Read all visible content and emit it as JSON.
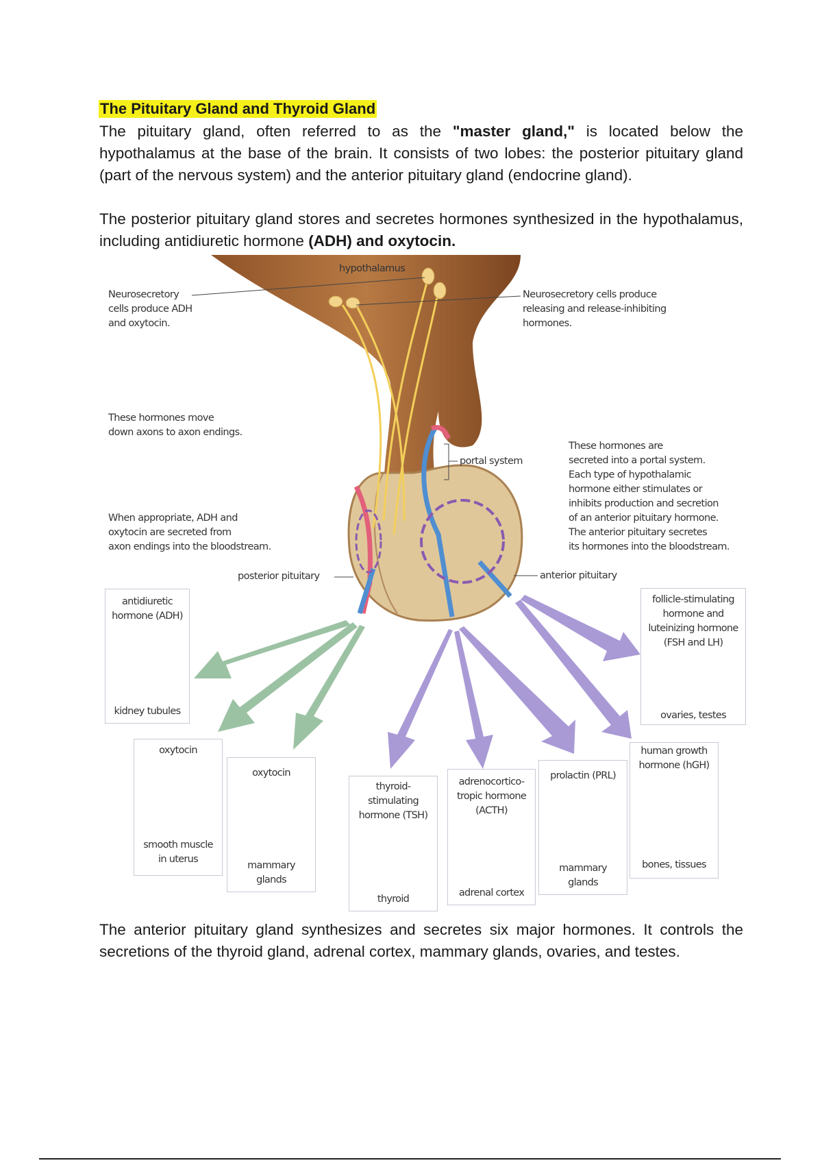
{
  "title": "The Pituitary Gland and Thyroid Gland",
  "para1": {
    "before": "The pituitary gland, often referred to as the ",
    "bold": "\"master gland,\"",
    "after": " is located below the hypothalamus at the base of the brain. It consists of two lobes: the posterior pituitary gland (part of the nervous system) and the anterior pituitary gland (endocrine gland)."
  },
  "para2": {
    "before": "The posterior pituitary gland stores and secretes hormones synthesized in the hypothalamus, including antidiuretic hormone ",
    "bold": "(ADH) and oxytocin."
  },
  "diagram": {
    "hypothalamus": "hypothalamus",
    "left_top": [
      "Neurosecretory",
      "cells produce ADH",
      "and oxytocin."
    ],
    "right_top": [
      "Neurosecretory cells produce",
      "releasing and release-inhibiting",
      "hormones."
    ],
    "left_mid": [
      "These hormones move",
      "down axons to axon endings."
    ],
    "left_low": [
      "When appropriate, ADH and",
      "oxytocin are secreted from",
      "axon endings into the bloodstream."
    ],
    "portal_system": "portal system",
    "right_mid": [
      "These hormones are",
      "secreted into a portal system.",
      "Each type of hypothalamic",
      "hormone either stimulates or",
      "inhibits production and secretion",
      "of an anterior pituitary hormone.",
      "The anterior pituitary secretes",
      "its hormones into the bloodstream."
    ],
    "posterior": "posterior pituitary",
    "anterior": "anterior pituitary",
    "boxes": {
      "adh": {
        "title": [
          "antidiuretic",
          "hormone (ADH)"
        ],
        "target": [
          "kidney tubules"
        ]
      },
      "oxy1": {
        "title": [
          "oxytocin"
        ],
        "target": [
          "smooth muscle",
          "in uterus"
        ]
      },
      "oxy2": {
        "title": [
          "oxytocin"
        ],
        "target": [
          "mammary",
          "glands"
        ]
      },
      "tsh": {
        "title": [
          "thyroid-",
          "stimulating",
          "hormone (TSH)"
        ],
        "target": [
          "thyroid"
        ]
      },
      "acth": {
        "title": [
          "adrenocortico-",
          "tropic hormone",
          "(ACTH)"
        ],
        "target": [
          "adrenal cortex"
        ]
      },
      "prl": {
        "title": [
          "prolactin (PRL)"
        ],
        "target": [
          "mammary",
          "glands"
        ]
      },
      "hgh": {
        "title": [
          "human growth",
          "hormone (hGH)"
        ],
        "target": [
          "bones, tissues"
        ]
      },
      "fsh": {
        "title": [
          "follicle-stimulating",
          "hormone and",
          "luteinizing hormone",
          "(FSH and LH)"
        ],
        "target": [
          "ovaries, testes"
        ]
      }
    }
  },
  "para3": "The anterior pituitary gland synthesizes and secretes six major hormones. It controls the secretions of the thyroid gland, adrenal cortex, mammary glands, ovaries, and testes.",
  "colors": {
    "highlight": "#f6f01a",
    "posterior_arrow": "#9cc2a4",
    "anterior_arrow": "#a99ad6",
    "tissue": "#a86a3a"
  }
}
